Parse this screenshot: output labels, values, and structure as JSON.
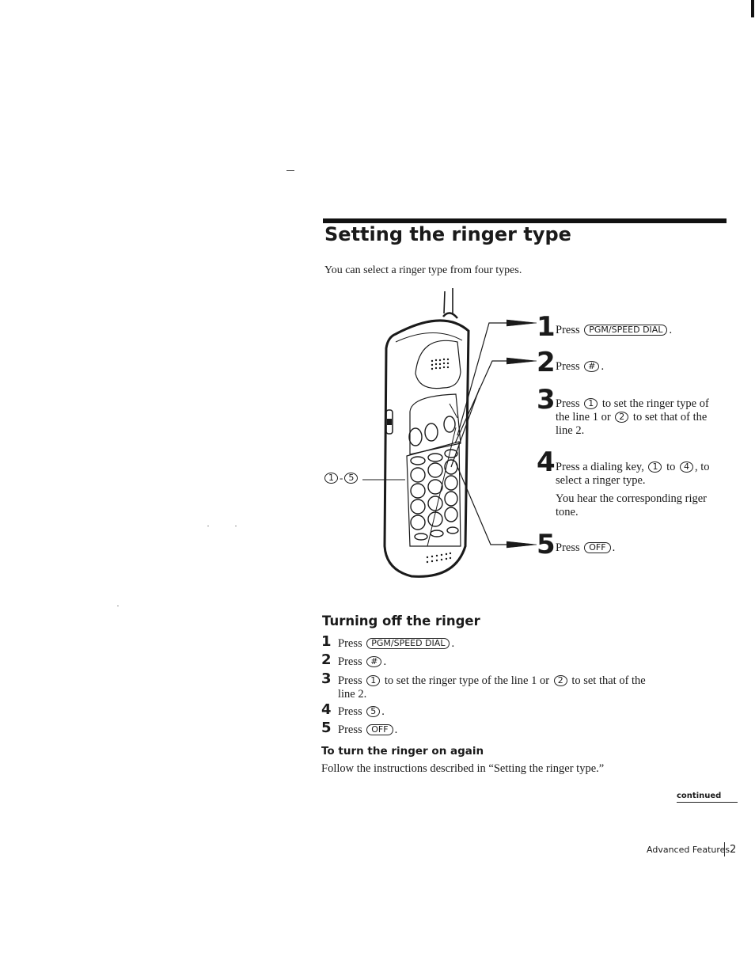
{
  "title": "Setting the ringer type",
  "intro": "You can select a ringer type from four types.",
  "keys": {
    "pgm_speed_dial": "PGM/SPEED DIAL",
    "hash": "#",
    "k1": "1",
    "k2": "2",
    "k4": "4",
    "k5": "5",
    "off": "OFF"
  },
  "figure": {
    "range_from": "1",
    "range_to": "5",
    "range_sep": "-"
  },
  "steps": [
    {
      "num": "1",
      "press": "Press",
      "end": "."
    },
    {
      "num": "2",
      "press": "Press",
      "end": "."
    },
    {
      "num": "3",
      "press": "Press",
      "a": "to set the ringer type",
      "b": "of the line 1 or",
      "c": "to set that of",
      "d": "the line 2."
    },
    {
      "num": "4",
      "press": "Press a dialing key,",
      "to": "to",
      "end": ",",
      "line2": "to select a ringer type.",
      "note1": "You hear the corresponding",
      "note2": "riger tone."
    },
    {
      "num": "5",
      "press": "Press",
      "end": "."
    }
  ],
  "turning_off": {
    "heading": "Turning off the ringer",
    "items": [
      {
        "num": "1",
        "press": "Press",
        "end": "."
      },
      {
        "num": "2",
        "press": "Press",
        "end": "."
      },
      {
        "num": "3",
        "press": "Press",
        "a": "to set the ringer type of the line 1 or",
        "b": "to set that",
        "c": "of the line 2."
      },
      {
        "num": "4",
        "press": "Press",
        "end": "."
      },
      {
        "num": "5",
        "press": "Press",
        "end": "."
      }
    ]
  },
  "turn_on": {
    "heading": "To turn the ringer on again",
    "text": "Follow the instructions described in “Setting the ringer type.”"
  },
  "continued": "continued",
  "footer": {
    "section": "Advanced Features",
    "page": "2"
  }
}
